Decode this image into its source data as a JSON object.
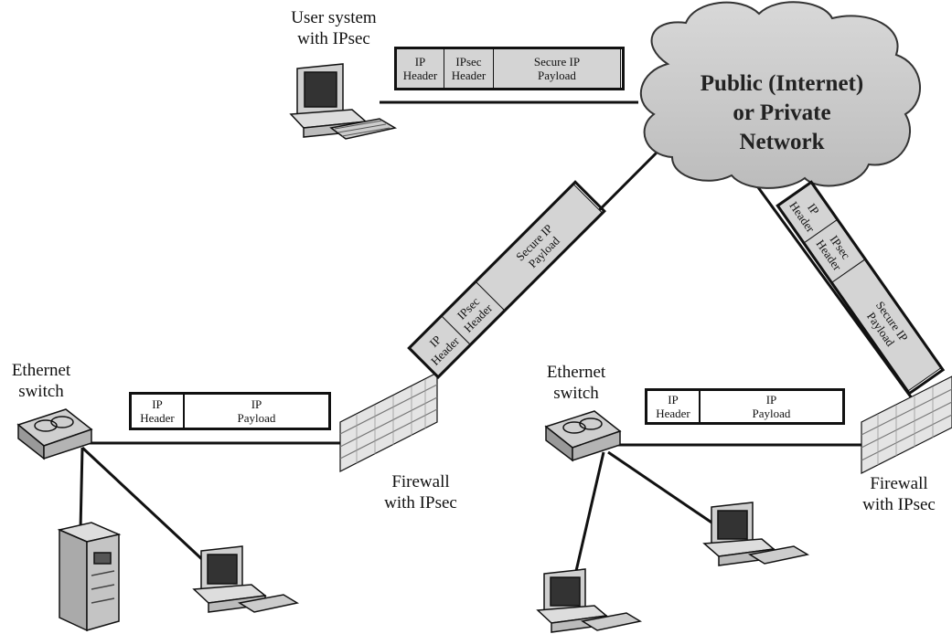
{
  "labels": {
    "user_system": "User system\nwith IPsec",
    "ethernet_left": "Ethernet\nswitch",
    "ethernet_right": "Ethernet\nswitch",
    "firewall_left": "Firewall\nwith IPsec",
    "firewall_right": "Firewall\nwith IPsec",
    "network": "Public (Internet)\nor Private\nNetwork"
  },
  "packets": {
    "top": [
      "IP\nHeader",
      "IPsec\nHeader",
      "Secure IP\nPayload"
    ],
    "diag_left": [
      "IP\nHeader",
      "IPsec\nHeader",
      "Secure IP\nPayload"
    ],
    "diag_right": [
      "IP\nHeader",
      "IPsec\nHeader",
      "Secure IP\nPayload"
    ],
    "lan_left": [
      "IP\nHeader",
      "IP\nPayload"
    ],
    "lan_right": [
      "IP\nHeader",
      "IP\nPayload"
    ]
  },
  "colors": {
    "shade": "#d4d4d4",
    "line": "#111111",
    "cloud": "#c8c8c8"
  }
}
